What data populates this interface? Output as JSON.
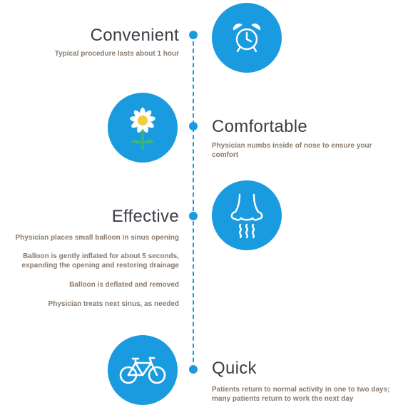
{
  "accent_color": "#1a9be0",
  "items": [
    {
      "icon": "alarm-clock-icon",
      "title": "Convenient",
      "lines": [
        "Typical procedure lasts about 1 hour"
      ]
    },
    {
      "icon": "daisy-flower-icon",
      "title": "Comfortable",
      "lines": [
        "Physician numbs inside of nose to ensure your comfort"
      ]
    },
    {
      "icon": "nose-icon",
      "title": "Effective",
      "lines": [
        "Physician places small balloon in sinus opening",
        "Balloon is gently inflated for about 5 seconds, expanding the opening and restoring drainage",
        "Balloon is deflated and removed",
        "Physician treats next sinus, as needed"
      ]
    },
    {
      "icon": "bicycle-icon",
      "title": "Quick",
      "lines": [
        "Patients return to normal activity in one to two days; many patients return to work the next day"
      ]
    }
  ]
}
